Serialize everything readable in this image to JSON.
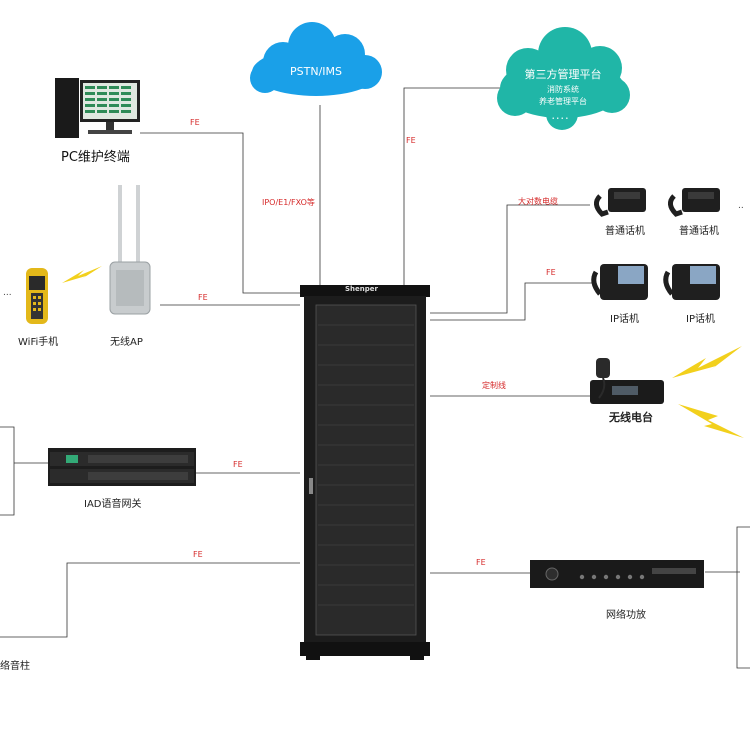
{
  "clouds": {
    "pstn": "PSTN/IMS",
    "mgmt_title": "第三方管理平台",
    "mgmt_line1": "消防系统",
    "mgmt_line2": "养老管理平台"
  },
  "devices": {
    "pc": "PC维护终端",
    "wifi_phone": "WiFi手机",
    "wireless_ap": "无线AP",
    "iad": "IAD语音网关",
    "speaker": "络音柱",
    "regular_phone": "普通话机",
    "ip_phone": "IP话机",
    "radio": "无线电台",
    "amplifier": "网络功放",
    "server_brand": "Shenper"
  },
  "links": {
    "pc": "FE",
    "mgmt": "FE",
    "trunk": "IPO/E1/FXO等",
    "ap": "FE",
    "big_cable": "大对数电缆",
    "ip_phone": "FE",
    "radio": "定制线",
    "iad": "FE",
    "speaker": "FE",
    "amp": "FE"
  },
  "colors": {
    "cloud_blue": "#1aa0e8",
    "cloud_teal": "#20b6a7",
    "link_label": "#d62b2b",
    "lightning": "#f2d01c",
    "rack": "#1c1c1c"
  }
}
